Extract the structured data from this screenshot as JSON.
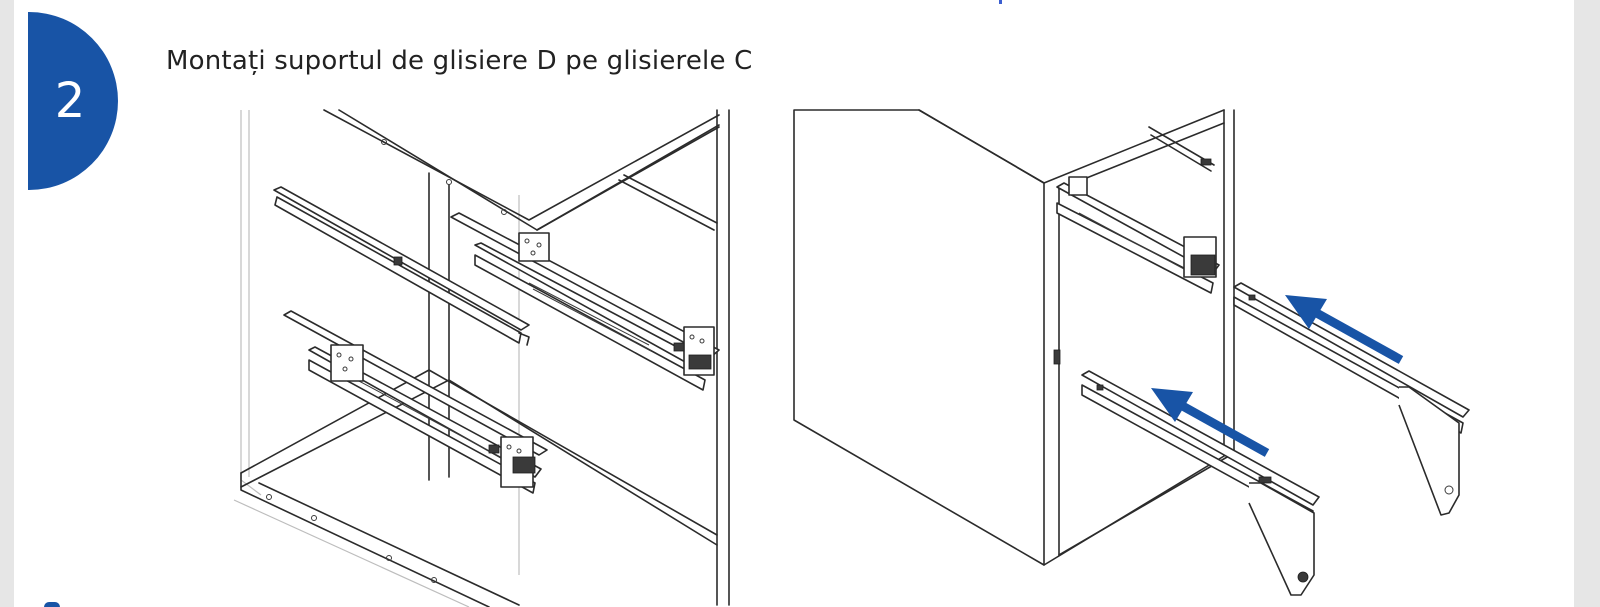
{
  "step": {
    "number": "2",
    "instruction": "Montați suportul de glisiere D pe glisierele C"
  },
  "illustrations": [
    {
      "name": "cabinet-frame-with-slides"
    },
    {
      "name": "cabinet-with-slide-supports"
    }
  ],
  "colors": {
    "accent": "#1854a6",
    "line": "#2b2b2b",
    "background": "#ffffff"
  }
}
